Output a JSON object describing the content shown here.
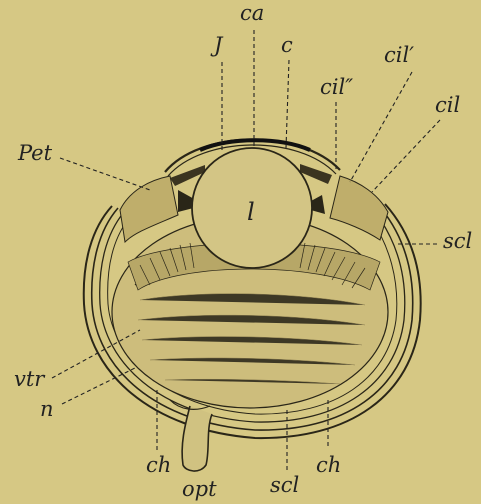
{
  "labels": {
    "J": "J",
    "ca": "ca",
    "c": "c",
    "cil_dprime": "cil″",
    "cil_prime": "cil′",
    "cil": "cil",
    "pet": "Pet",
    "l": "l",
    "scl_right": "scl",
    "vtr": "vtr",
    "n": "n",
    "ch_left": "ch",
    "opt": "opt",
    "scl_bottom": "scl",
    "ch_right": "ch"
  },
  "colors": {
    "background": "#d6c884",
    "ink": "#2a2618"
  }
}
